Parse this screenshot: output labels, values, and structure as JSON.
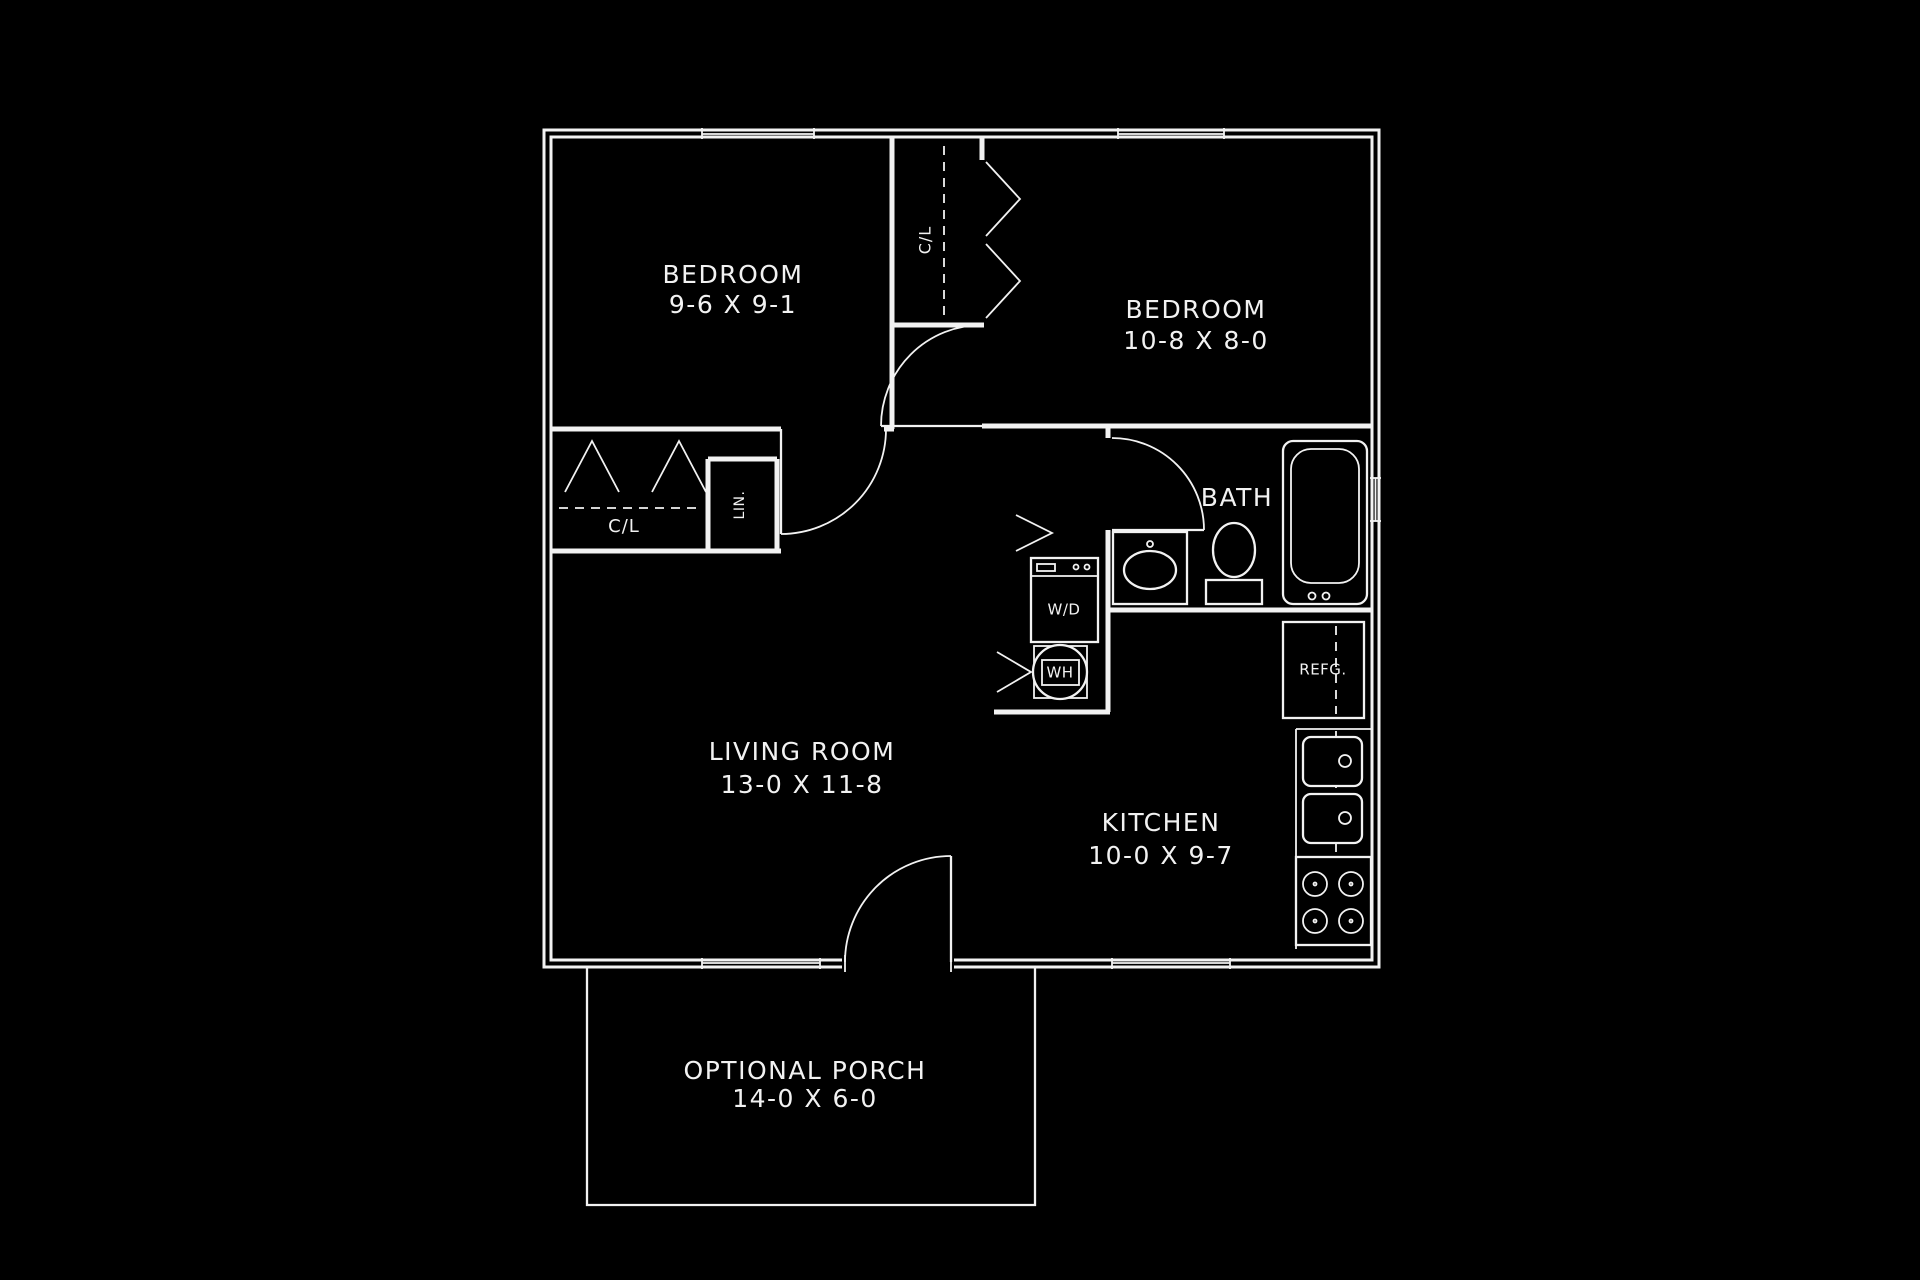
{
  "meta": {
    "drawing_type": "floor-plan",
    "colors": {
      "background": "#000000",
      "line": "#f2f2f2"
    }
  },
  "rooms": {
    "bedroom1": {
      "label": "BEDROOM",
      "dims": "9-6 X 9-1"
    },
    "bedroom2": {
      "label": "BEDROOM",
      "dims": "10-8 X 8-0"
    },
    "living_room": {
      "label": "LIVING ROOM",
      "dims": "13-0 X 11-8"
    },
    "kitchen": {
      "label": "KITCHEN",
      "dims": "10-0 X 9-7"
    },
    "bath": {
      "label": "BATH"
    },
    "porch": {
      "label": "OPTIONAL PORCH",
      "dims": "14-0 X 6-0"
    }
  },
  "fixtures": {
    "closet_top": "C/L",
    "closet_hall": "C/L",
    "linen_closet": "LIN.",
    "washer_dryer": "W/D",
    "water_heater": "WH",
    "refrigerator": "REFG."
  }
}
